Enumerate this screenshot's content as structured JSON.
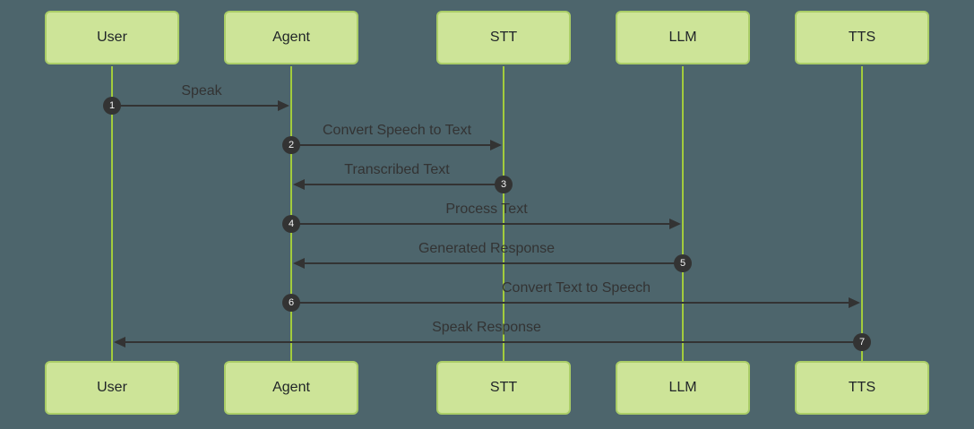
{
  "diagram": {
    "type": "sequence",
    "colors": {
      "background": "#4d656c",
      "actor_fill": "#cde498",
      "actor_border": "#aacd67",
      "lifeline": "#a3cc3c",
      "signal": "#333333",
      "sequence_badge_bg": "#333333",
      "sequence_badge_text": "#f4f4f4"
    },
    "actors": [
      {
        "label": "User"
      },
      {
        "label": "Agent"
      },
      {
        "label": "STT"
      },
      {
        "label": "LLM"
      },
      {
        "label": "TTS"
      }
    ],
    "messages": [
      {
        "seq": "1",
        "label": "Speak",
        "from": "User",
        "to": "Agent"
      },
      {
        "seq": "2",
        "label": "Convert Speech to Text",
        "from": "Agent",
        "to": "STT"
      },
      {
        "seq": "3",
        "label": "Transcribed Text",
        "from": "STT",
        "to": "Agent"
      },
      {
        "seq": "4",
        "label": "Process Text",
        "from": "Agent",
        "to": "LLM"
      },
      {
        "seq": "5",
        "label": "Generated Response",
        "from": "LLM",
        "to": "Agent"
      },
      {
        "seq": "6",
        "label": "Convert Text to Speech",
        "from": "Agent",
        "to": "TTS"
      },
      {
        "seq": "7",
        "label": "Speak Response",
        "from": "TTS",
        "to": "User"
      }
    ]
  }
}
